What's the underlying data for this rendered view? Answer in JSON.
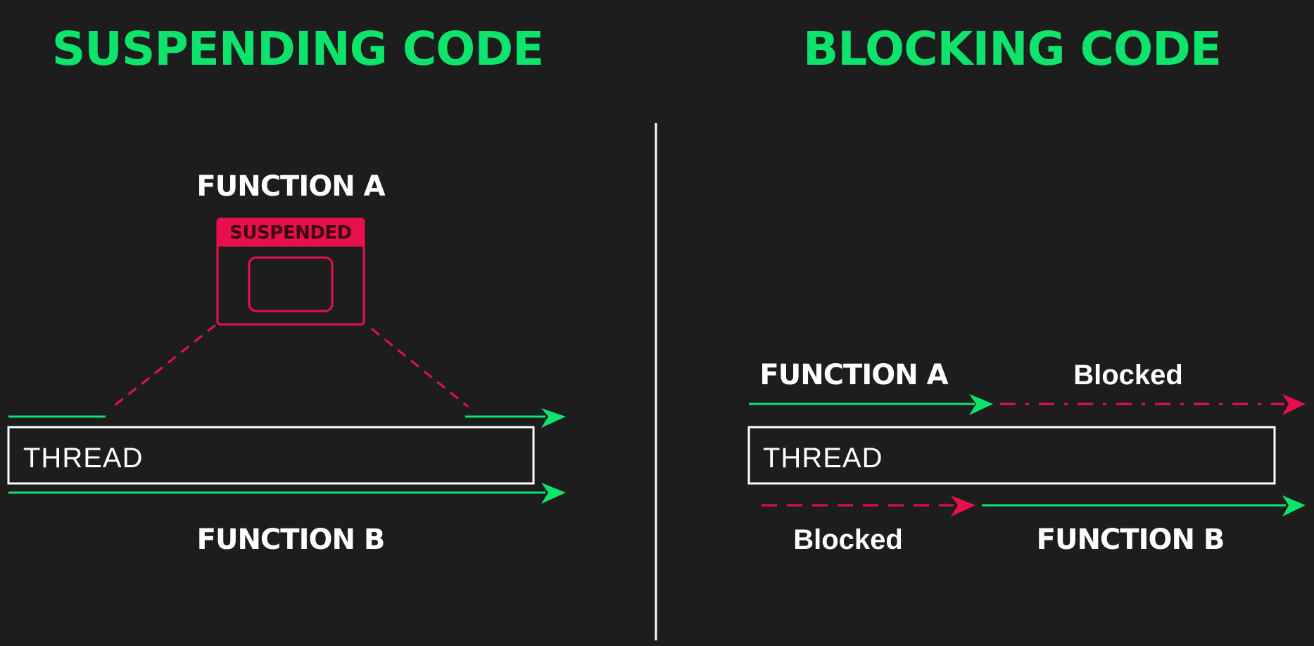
{
  "colors": {
    "background": "#1d1d1d",
    "accent_green": "#0ee36c",
    "accent_red": "#e8104a",
    "text_white": "#ffffff",
    "divider": "#ffffff"
  },
  "suspending": {
    "heading": "SUSPENDING CODE",
    "function_a_label": "FUNCTION A",
    "suspended_label": "SUSPENDED",
    "thread_label": "THREAD",
    "function_b_label": "FUNCTION B"
  },
  "blocking": {
    "heading": "BLOCKING CODE",
    "function_a_label": "FUNCTION A",
    "blocked_top_label": "Blocked",
    "thread_label": "THREAD",
    "blocked_bottom_label": "Blocked",
    "function_b_label": "FUNCTION B"
  }
}
